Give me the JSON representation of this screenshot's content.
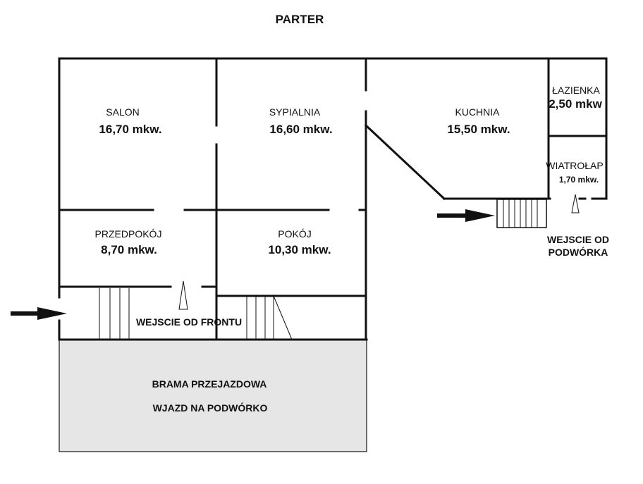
{
  "title": "PARTER",
  "rooms": {
    "salon": {
      "name": "SALON",
      "area": "16,70 mkw."
    },
    "sypialnia": {
      "name": "SYPIALNIA",
      "area": "16,60 mkw."
    },
    "kuchnia": {
      "name": "KUCHNIA",
      "area": "15,50 mkw."
    },
    "lazienka": {
      "name": "ŁAZIENKA",
      "area": "2,50 mkw"
    },
    "wiatrolap": {
      "name": "WIATROŁAP",
      "area": "1,70 mkw."
    },
    "przedpokoj": {
      "name": "PRZEDPOKÓJ",
      "area": "8,70 mkw."
    },
    "pokoj": {
      "name": "POKÓJ",
      "area": "10,30 mkw."
    }
  },
  "entrances": {
    "front": "WEJSCIE OD FRONTU",
    "yard_line1": "WEJSCIE OD",
    "yard_line2": "PODWÓRKA"
  },
  "gate": {
    "line1": "BRAMA PRZEJAZDOWA",
    "line2": "WJAZD NA PODWÓRKO"
  },
  "colors": {
    "wall": "#111111",
    "gate_fill": "#e6e6e6"
  }
}
